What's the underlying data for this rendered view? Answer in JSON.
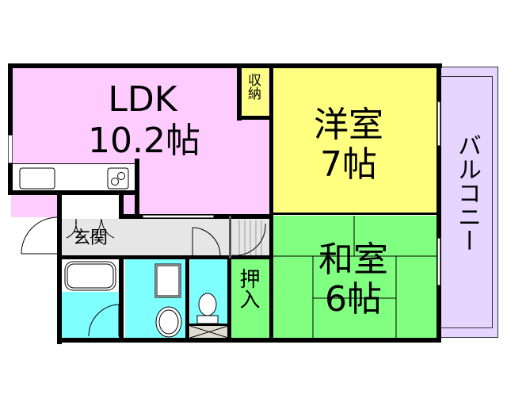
{
  "floorplan": {
    "rooms": {
      "ldk": {
        "name": "LDK",
        "size": "10.2帖",
        "color": "#ffccff"
      },
      "storage": {
        "name": "収納",
        "color": "#ffff88"
      },
      "western": {
        "name": "洋室",
        "size": "7帖",
        "color": "#ffff80"
      },
      "japanese": {
        "name": "和室",
        "size": "6帖",
        "color": "#80ff80"
      },
      "closet": {
        "name": "押入",
        "color": "#80ff80"
      },
      "entrance": {
        "name": "玄関",
        "color": "#e6e6e6"
      },
      "balcony": {
        "name": "バルコニー",
        "color": "#e6d5ff"
      },
      "bath": {
        "color": "#80ffff"
      },
      "washroom": {
        "color": "#80ffff"
      },
      "toilet": {
        "color": "#80ffff"
      }
    }
  }
}
